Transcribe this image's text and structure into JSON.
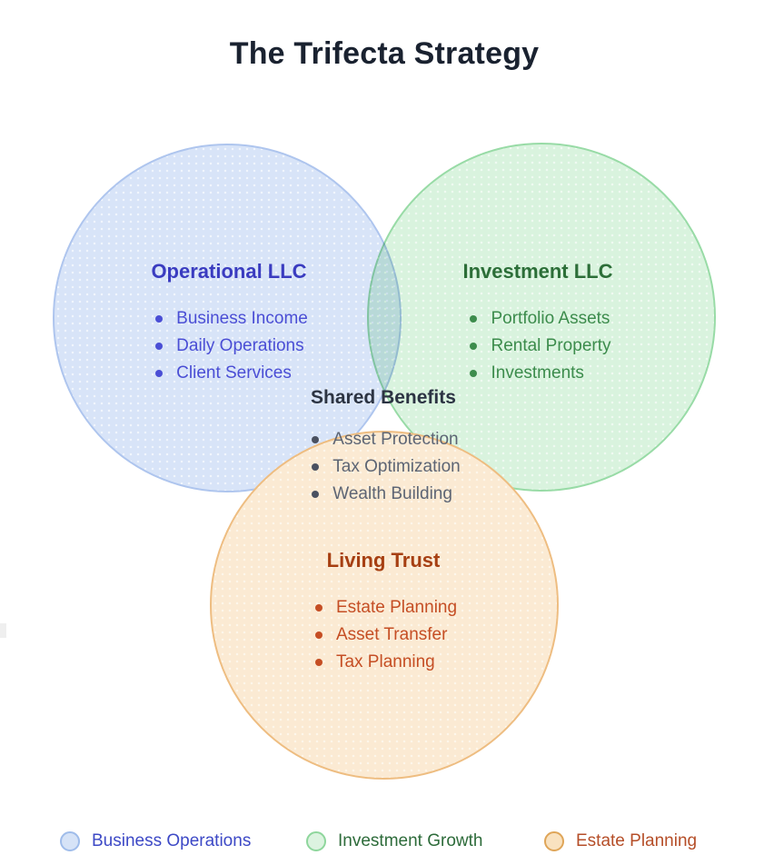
{
  "page": {
    "title": "The Trifecta Strategy"
  },
  "diagram": {
    "type": "venn",
    "circles": [
      {
        "name": "operational-llc",
        "title": "Operational LLC",
        "items": [
          "Business Income",
          "Daily Operations",
          "Client Services"
        ],
        "fill": "#d8e4f8",
        "border": "#aec5ee",
        "title_color": "#3a3cc0",
        "item_color": "#4a4ed5"
      },
      {
        "name": "investment-llc",
        "title": "Investment LLC",
        "items": [
          "Portfolio Assets",
          "Rental Property",
          "Investments"
        ],
        "fill": "#d9f3de",
        "border": "#98dba6",
        "title_color": "#2c6e38",
        "item_color": "#3c8c4c"
      },
      {
        "name": "living-trust",
        "title": "Living Trust",
        "items": [
          "Estate Planning",
          "Asset Transfer",
          "Tax Planning"
        ],
        "fill": "#fbead3",
        "border": "#eebd81",
        "title_color": "#a63f12",
        "item_color": "#c54e24"
      }
    ],
    "center_overlap": {
      "title": "Shared Benefits",
      "items": [
        "Asset Protection",
        "Tax Optimization",
        "Wealth Building"
      ],
      "title_color": "#2c3443",
      "item_color": "#5d6574"
    }
  },
  "legend": {
    "items": [
      {
        "label": "Business Operations",
        "swatch_fill": "#d6e3f7",
        "swatch_border": "#9fbcea",
        "label_color": "#3d49c6"
      },
      {
        "label": "Investment Growth",
        "swatch_fill": "#dcf3e0",
        "swatch_border": "#8ed69c",
        "label_color": "#2d6b3a"
      },
      {
        "label": "Estate Planning",
        "swatch_fill": "#f9e2c0",
        "swatch_border": "#dfa558",
        "label_color": "#b54e28"
      }
    ]
  }
}
